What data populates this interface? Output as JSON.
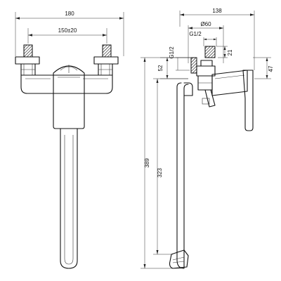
{
  "front_view": {
    "dim_overall_width": "180",
    "dim_center_distance": "150±20"
  },
  "side_view": {
    "dim_overall_depth": "138",
    "dim_diameter": "Ø60",
    "dim_thread_top": "G1/2",
    "dim_thread_side": "G1/2",
    "dim_height_21": "21",
    "dim_height_52": "52",
    "dim_height_47": "47",
    "dim_total_height": "389",
    "dim_spout_height": "323"
  }
}
